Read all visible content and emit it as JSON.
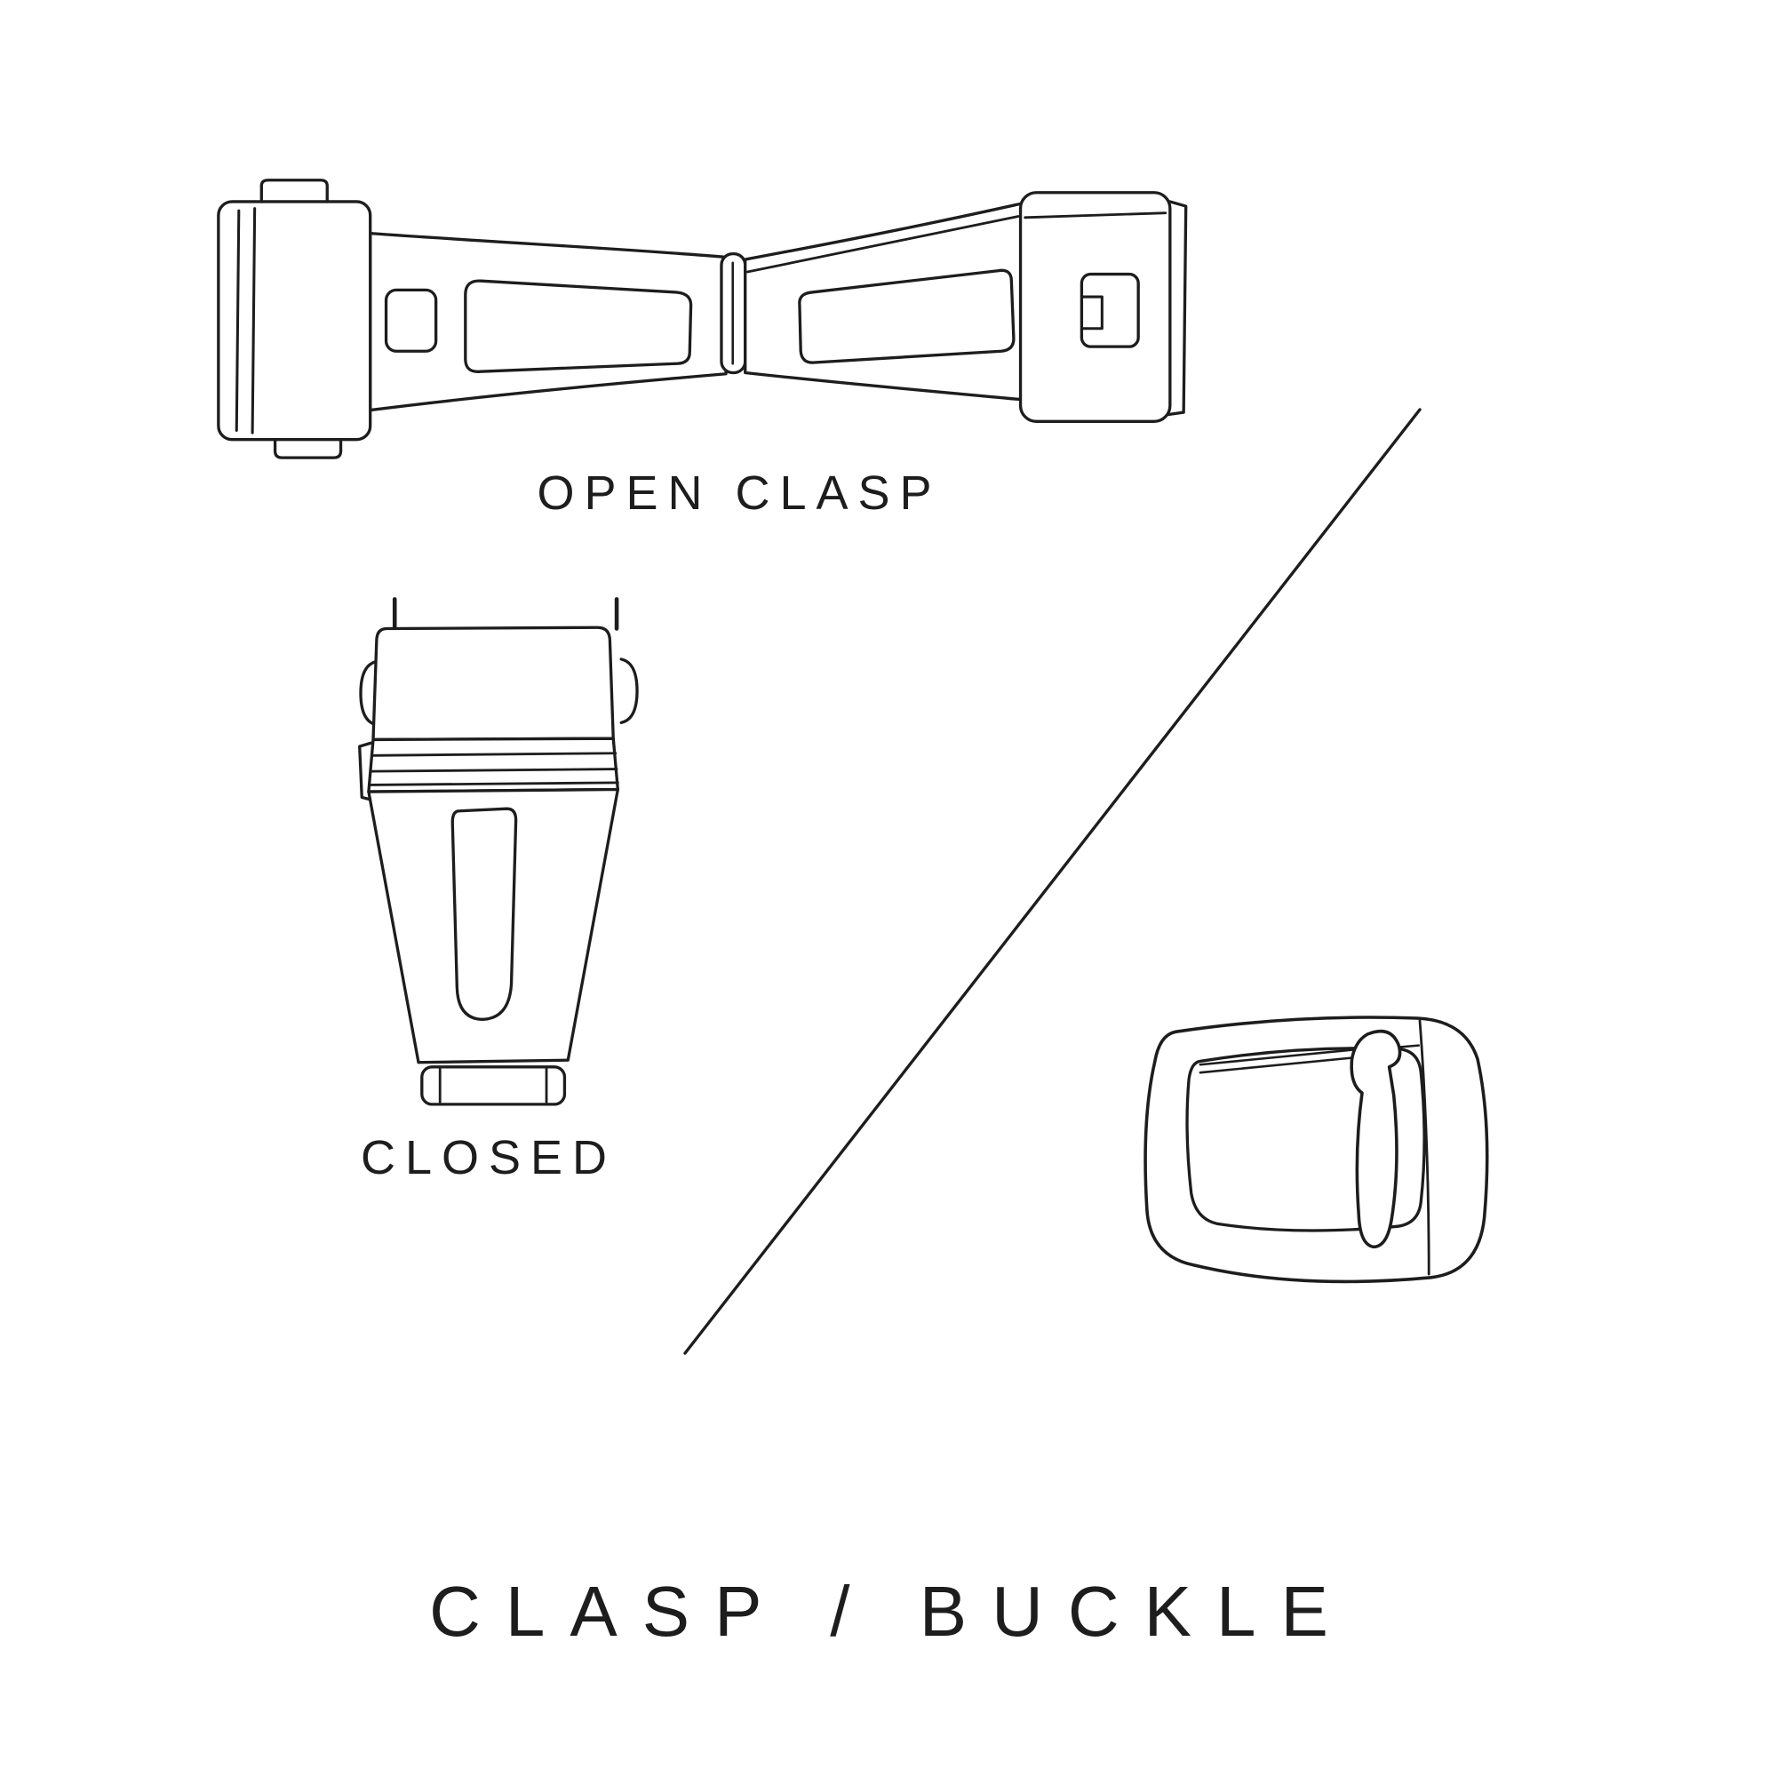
{
  "theme": {
    "background": "#ffffff",
    "line_color": "#1d1d1d",
    "text_color": "#1d1d1d"
  },
  "diagram": {
    "title": "CLASP / BUCKLE",
    "items": [
      {
        "icon": "open-clasp-illustration",
        "label": "OPEN CLASP"
      },
      {
        "icon": "closed-clasp-illustration",
        "label": "CLOSED"
      },
      {
        "icon": "pin-buckle-illustration",
        "label": ""
      }
    ],
    "divider": "diagonal-line"
  }
}
